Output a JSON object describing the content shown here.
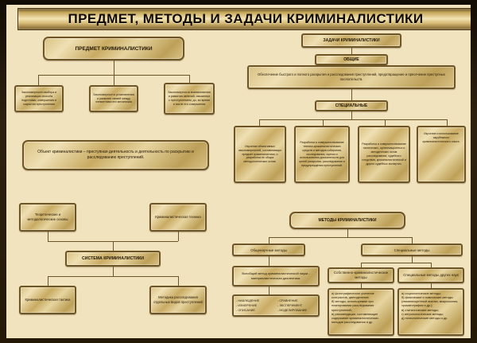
{
  "poster": {
    "title": "ПРЕДМЕТ, МЕТОДЫ И ЗАДАЧИ КРИМИНАЛИСТИКИ",
    "colors": {
      "frame": "#2b1d0c",
      "paper": "#f2e3bf",
      "gold": "#c9ab63",
      "ink": "#231603"
    }
  },
  "subject": {
    "header": "ПРЕДМЕТ КРИМИНАЛИСТИКИ",
    "items": [
      "Закономерности выбора и реализации способа подготовки, совершения и сокрытия преступления",
      "Закономерности установления и развития связей между элементами его механизма",
      "Закономерности возникновения и развития явлений, связанных с преступлением, до, во время и после его совершения"
    ],
    "object_note": "Объект криминалистики – преступная деятельность и деятельность по раскрытию и расследованию преступлений."
  },
  "system": {
    "header": "СИСТЕМА КРИМИНАЛИСТИКИ",
    "top": [
      "Теоретические и методологические основы",
      "Криминалистическая техника"
    ],
    "bottom": [
      "Криминалистическая тактика",
      "Методика расследования отдельных видов преступлений"
    ]
  },
  "tasks": {
    "header": "ЗАДАЧИ КРИМИНАЛИСТИКИ",
    "general_label": "ОБЩИЕ",
    "general_text": "Обеспечение быстрого и полного раскрытия и расследования преступлений, предотвращение и пресечение преступных посягательств.",
    "special_label": "СПЕЦИАЛЬНЫЕ",
    "special_items": [
      "Изучение объективных закономерностей, составляющих предмет криминалистики, и разработка ее общих методологических основ.",
      "Разработка и совершенствование технико-криминалистических средств и методов собирания, исследования, оценки и использования доказательств для целей раскрытия, расследования и предупреждения преступлений.",
      "Разработка и совершенствование тактических, организационных и методических основ расследования, судебного следствия, криминалистической и других судебных экспертиз.",
      "Изучение и использование зарубежного криминалистического опыта."
    ]
  },
  "methods": {
    "header": "МЕТОДЫ КРИМИНАЛИСТИКИ",
    "general_label": "Общенаучные методы",
    "special_label": "Специальные методы",
    "universal_text": "Всеобщий метод криминалистической науки - материалистическая диалектика.",
    "general_list_left": [
      "- НАБЛЮДЕНИЕ",
      "- ИЗМЕРЕНИЕ",
      "- ОПИСАНИЕ"
    ],
    "general_list_right": [
      "- СРАВНЕНИЕ",
      "- ЭКСПЕРИМЕНТ",
      "- МОДЕЛИРОВАНИЕ"
    ],
    "own_label": "Собственно-криминалистические методы",
    "own_items": [
      "а) фотографическое усиление контрастов, цветоделение;",
      "б) методы, используемые при планировании расследования преступлений;",
      "в) рекомендации, составляющие содержание криминалистических методов расследования и др."
    ],
    "other_label": "Специальные методы других наук",
    "other_items": [
      "а) социологические методы;",
      "б) физические и химические методы (люминесцентный анализ, микроскопия, хроматография и др.);",
      "в) статистические методы;",
      "г) антропологические методы;",
      "д) психологические методы и др."
    ]
  }
}
